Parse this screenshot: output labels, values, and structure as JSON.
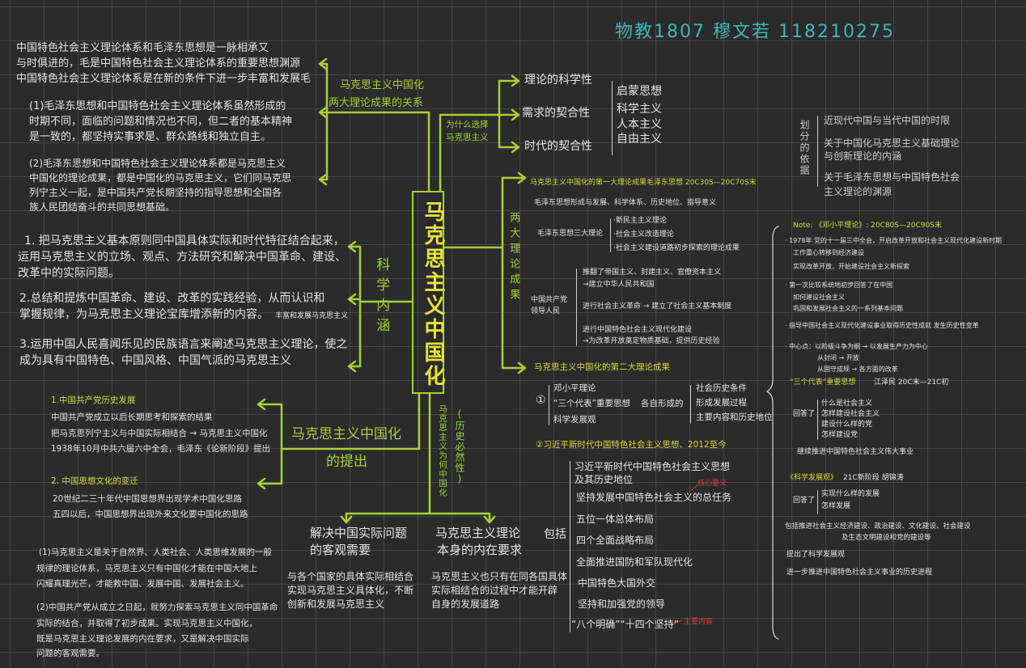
{
  "header": {
    "title": "物教1807   穆文若   118210275"
  },
  "center": {
    "title": "马克思主义中国化"
  },
  "relation": {
    "label": [
      "马克思主义中国化",
      "两大理论成果的关系"
    ],
    "intro": [
      "中国特色社会主义理论体系和毛泽东思想是一脉相承又",
      "与时俱进的，毛是中国特色社会主义理论体系的重要思想渊源",
      "中国特色社会主义理论体系是在新的条件下进一步丰富和发展毛"
    ],
    "p1": [
      "(1)毛泽东思想和中国特色社会主义理论体系虽然形成的",
      "时期不同，面临的问题和情况也不同，但二者的基本精神",
      "是一致的，都坚持实事求是、群众路线和独立自主。"
    ],
    "p2": [
      "(2)毛泽东思想和中国特色社会主义理论体系都是马克思主义",
      "中国化的理论成果，都是中国化的马克思主义，它们同马克思",
      "列宁主义一起，是中国共产党长期坚持的指导思想和全国各",
      "族人民团结奋斗的共同思想基础。"
    ]
  },
  "why": {
    "label": [
      "为什么选择",
      "马克思主义"
    ],
    "items": [
      "理论的科学性",
      "需求的契合性",
      "时代的契合性"
    ],
    "brace_items": [
      "启蒙思想",
      "科学主义",
      "人本主义",
      "自由主义"
    ]
  },
  "division": {
    "label": "划分的依据",
    "items": [
      "近现代中国与当代中国的时限",
      "关于中国化马克思主义基础理论",
      "与创新理论的内涵",
      "关于毛泽东思想与中国特色社会",
      "主义理论的渊源"
    ]
  },
  "two_results": {
    "label": "两大理论成果",
    "first": {
      "title": "马克思主义中国化的第一大理论成果毛泽东思想   20C30S—20C70S末",
      "sub": "毛泽东思想形成与发展、科学体系、历史地位、指导意义",
      "three_label": "毛泽东思想三大理论",
      "three": [
        "·新民主主义理论",
        "·社会主义改造理论",
        "·社会主义建设道路初步探索的理论成果"
      ],
      "party_label": [
        "中国共产党",
        "领导人民"
      ],
      "party": [
        "推翻了帝国主义、封建主义、官僚资本主义",
        "→建立中华人民共和国",
        "进行社会主义革命 → 建立了社会主义基本制度",
        "进行中国特色社会主义现代化建设",
        "→为改革开放奠定物质基础，提供历史经验"
      ]
    },
    "second": {
      "title": "马克思主义中国化的第二大理论成果",
      "circle1": "①",
      "theories": [
        "邓小平理论",
        "“三个代表”重要思想",
        "科学发展观"
      ],
      "each_label": "各自形成的",
      "each": [
        "社会历史条件",
        "形成发展过程",
        "主要内容和历史地位"
      ],
      "xi_title": "②习近平新时代中国特色社会主义思想、2012至今",
      "include_label": "包括",
      "include": [
        "习近平新时代中国特色社会主义思想",
        "及其历史地位",
        "坚持发展中国特色社会主义的总任务",
        "五位一体总体布局",
        "四个全面战略布局",
        "全面推进国防和军队现代化",
        "中国特色大国外交",
        "坚持和加强党的领导",
        "“八个明确”“十四个坚持”"
      ],
      "note_core": "核心要义",
      "note_main": "主要内容"
    }
  },
  "notes": {
    "deng_title": "Note: 《邓小平理论》: 20C80S—20C90S末",
    "deng": [
      "· 1978年 党的十一届三中全会，开启改革开放和社会主义现代化建设新时期",
      "工作重心转移到经济建设",
      "实现改革开放，开始建设社会主义新探索",
      "· 第一次比较系统地初步回答了在中国",
      "如何建设社会主义",
      "巩固和发展社会主义的一系列基本问题",
      "· 指导中国社会主义现代化建设事业取得历史性成就 发生历史性变革",
      "· 中心点：以阶级斗争为纲 → 以发展生产力为中心",
      "从封闭 → 开放",
      "从固守成规 → 各方面的改革"
    ],
    "three_title": "“三个代表”重要思想",
    "three_meta": "江泽民   20C末—21C初",
    "answer_label": "回答了",
    "three_answers": [
      "什么是社会主义",
      "怎样建设社会主义",
      "建设什么样的党",
      "怎样建设党"
    ],
    "three_tail": "继续推进中国特色社会主义伟大事业",
    "sci_title": "《科学发展观》",
    "sci_meta": "21C新阶段   胡锦涛",
    "sci_answers": [
      "实现什么样的发展",
      "怎样发展"
    ],
    "sci_include": [
      "包括推进社会主义经济建设、政治建设、文化建设、社会建设",
      "及生态文明建设和党的建设等"
    ],
    "sci_tail1": "提出了科学发展观",
    "sci_tail2": "进一步推进中国特色社会主义事业的历史进程"
  },
  "connotation": {
    "label": "科学内涵",
    "p1": [
      "1. 把马克思主义基本原则同中国具体实际和时代特征结合起来，",
      "运用马克思主义的立场、观点、方法研究和解决中国革命、建设、",
      "改革中的实际问题。"
    ],
    "p2": [
      "2.总结和提炼中国革命、建设、改革的实践经验，从而认识和",
      "掌握规律，为马克思主义理论宝库增添新的内容。"
    ],
    "p2_note": "丰富和发展马克思主义",
    "p3": [
      "3.运用中国人民喜闻乐见的民族语言来阐述马克思主义理论，使之",
      "成为具有中国特色、中国风格、中国气派的马克思主义"
    ]
  },
  "proposal": {
    "label": [
      "马克思主义中国化",
      "的提出"
    ],
    "h1": "1.中国共产党历史发展",
    "l1": [
      "中国共产党成立以后长期思考和探索的结果",
      "把马克思列宁主义与中国实际相结合 → 马克思主义中国化",
      "1938年10月中共六届六中全会，毛泽东《论新阶段》提出"
    ],
    "h2": "2. 中国思想文化的变迁",
    "l2": [
      "20世纪二三十年代中国思想界出现学术中国化思路",
      "五四以后，中国思想界出现外来文化要中国化的思路"
    ]
  },
  "necessity": {
    "label": "马克思主义为何中国化",
    "sub": "(历史必然性)",
    "a_title": [
      "解决中国实际问题",
      "的客观需要"
    ],
    "a_text": [
      "与各个国家的具体实际相结合",
      "实现马克思主义具体化，不断",
      "创新和发展马克思主义"
    ],
    "b_title": [
      "马克思主义理论",
      "本身的内在要求"
    ],
    "b_text": [
      "马克思主义也只有在同各国具体",
      "实际相结合的过程中才能开辟",
      "自身的发展道路"
    ],
    "p1": [
      "(1)马克思主义是关于自然界、人类社会、人类思维发展的一般",
      "规律的理论体系，马克思主义只有中国化才能在中国大地上",
      "闪耀真理光芒，才能救中国、发展中国、发展社会主义。"
    ],
    "p2": [
      "(2)中国共产党从成立之日起，就努力探索马克思主义同中国革命",
      "实际的结合，并取得了初步成果。实现马克思主义中国化，",
      "既是马克思主义理论发展的内在要求，又是解决中国实际",
      "问题的客观需要。"
    ]
  },
  "colors": {
    "line": "#a8cf35",
    "yellow": "#d6dc3c",
    "title": "#3db5b8",
    "note": "#d83a3a",
    "background": "#2b2b2b"
  }
}
